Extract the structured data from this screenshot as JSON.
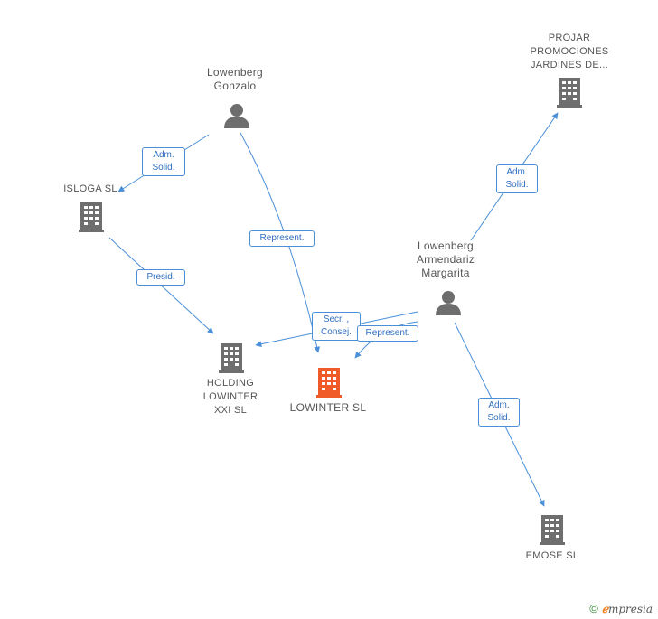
{
  "nodes": {
    "lowenberg_gonzalo": {
      "lines": [
        "Lowenberg",
        "Gonzalo"
      ],
      "type": "person",
      "icon": "person-icon"
    },
    "projar": {
      "lines": [
        "PROJAR",
        "PROMOCIONES",
        "JARDINES DE..."
      ],
      "type": "company",
      "icon": "building-icon"
    },
    "isloga": {
      "lines": [
        "ISLOGA SL"
      ],
      "type": "company",
      "icon": "building-icon"
    },
    "lowenberg_armendariz": {
      "lines": [
        "Lowenberg",
        "Armendariz",
        "Margarita"
      ],
      "type": "person",
      "icon": "person-icon"
    },
    "holding": {
      "lines": [
        "HOLDING",
        "LOWINTER",
        "XXI SL"
      ],
      "type": "company",
      "icon": "building-icon"
    },
    "lowinter": {
      "lines": [
        "LOWINTER SL"
      ],
      "type": "company-focus",
      "icon": "building-icon"
    },
    "emose": {
      "lines": [
        "EMOSE SL"
      ],
      "type": "company",
      "icon": "building-icon"
    }
  },
  "relations": {
    "gonzalo_isloga": [
      "Adm.",
      "Solid."
    ],
    "gonzalo_lowinter": [
      "Represent."
    ],
    "isloga_holding": [
      "Presid."
    ],
    "armendariz_projar": [
      "Adm.",
      "Solid."
    ],
    "armendariz_holding": [
      "Secr. ,",
      "Consej."
    ],
    "armendariz_lowinter": [
      "Represent."
    ],
    "armendariz_emose": [
      "Adm.",
      "Solid."
    ]
  },
  "brand": {
    "copyright": "©",
    "e": "ℯ",
    "rest": "mpresia"
  },
  "colors": {
    "edge": "#4a8fd8",
    "icon": "#6e6e6e",
    "focus": "#f05a28",
    "label": "#555555",
    "rel_text": "#2f6fc1"
  }
}
